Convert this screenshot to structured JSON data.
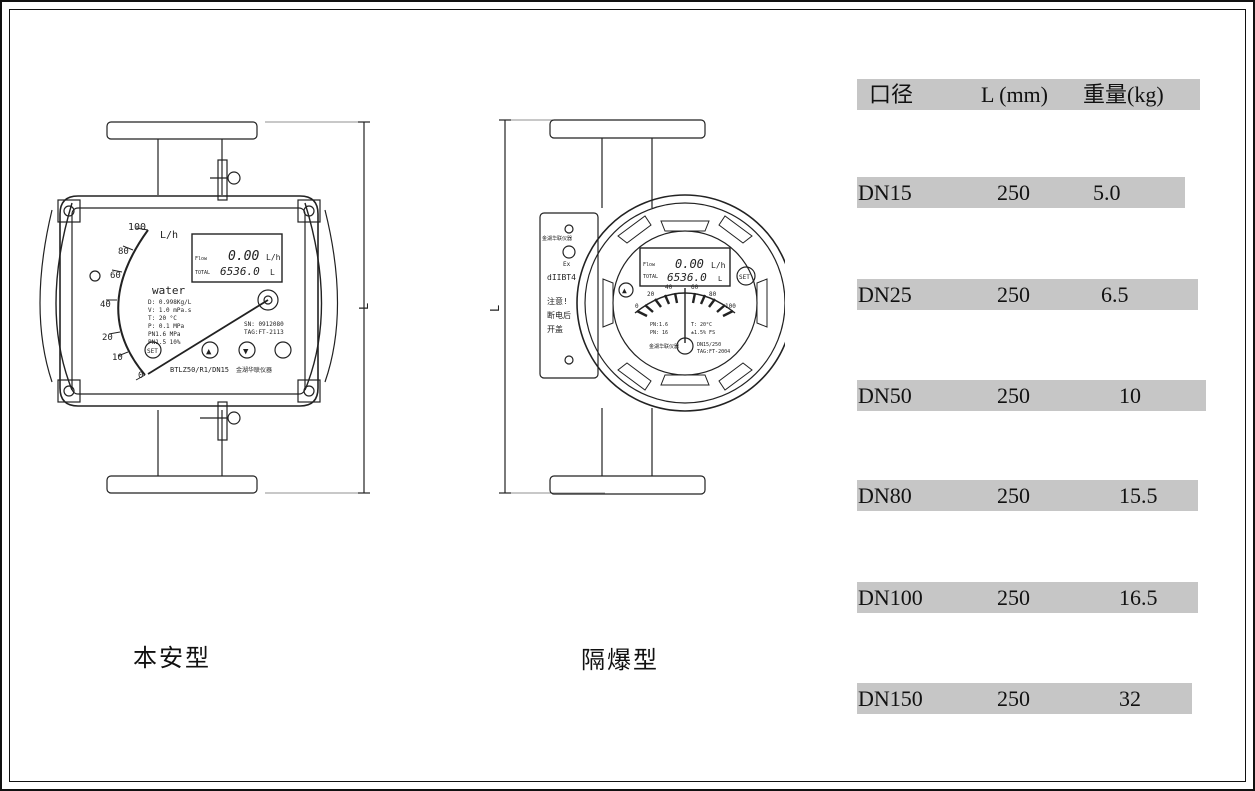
{
  "figures": {
    "intrinsic": {
      "caption": "本安型",
      "scale_labels": [
        "100",
        "80",
        "60",
        "40",
        "20",
        "10",
        "0"
      ],
      "unit": "L/h",
      "display_flow": "0.00",
      "display_flow_unit": "L/h",
      "display_total": "6536.0",
      "display_total_unit": "L",
      "display_small_1": "Flow",
      "display_small_2": "TOTAL",
      "medium": "water",
      "spec_lines": [
        "D: 0.998Kg/L",
        "V: 1.0  mPa.s",
        "T: 20   °C",
        "P: 0.1  MPa",
        "PN1.6  MPa",
        "PN1.5  10%"
      ],
      "serial": "SN: 0912080",
      "tag": "TAG:FT-2113",
      "model": "BTLZ50/R1/DN15",
      "maker": "金湖华联仪器",
      "buttons": [
        "SET",
        "▲",
        "▼"
      ],
      "dim_label": "L"
    },
    "explosion": {
      "caption": "隔爆型",
      "display_flow": "0.00",
      "display_flow_unit": "L/h",
      "display_total": "6536.0",
      "display_total_unit": "L",
      "display_small_1": "Flow",
      "display_small_2": "TOTAL",
      "scale_labels": [
        "0",
        "20",
        "40",
        "60",
        "80",
        "100"
      ],
      "dial_text_1": "PN:1.6",
      "dial_text_2": "PN: 16",
      "dial_text_3": "T: 20°C",
      "dial_text_4": "±1.5% FS",
      "dial_text_5": "DN15/250",
      "dial_text_6": "TAG:FT-2004",
      "dial_text_7": "金湖华联仪器",
      "plate_line_1": "金湖华联仪器",
      "plate_line_2": "Ex",
      "plate_line_3": "dIIBT4",
      "plate_line_4": "注意!",
      "plate_line_5": "断电后",
      "plate_line_6": "开盖",
      "buttons": [
        "▲",
        "SET"
      ],
      "dim_label": "L"
    }
  },
  "table": {
    "headers": [
      "口径",
      "L (mm)",
      "重量(kg)"
    ],
    "rows": [
      {
        "dn": "DN15",
        "l": "250",
        "w": "5.0"
      },
      {
        "dn": "DN25",
        "l": "250",
        "w": "6.5"
      },
      {
        "dn": "DN50",
        "l": "250",
        "w": "10"
      },
      {
        "dn": "DN80",
        "l": "250",
        "w": "15.5"
      },
      {
        "dn": "DN100",
        "l": "250",
        "w": "16.5"
      },
      {
        "dn": "DN150",
        "l": "250",
        "w": "32"
      }
    ]
  }
}
